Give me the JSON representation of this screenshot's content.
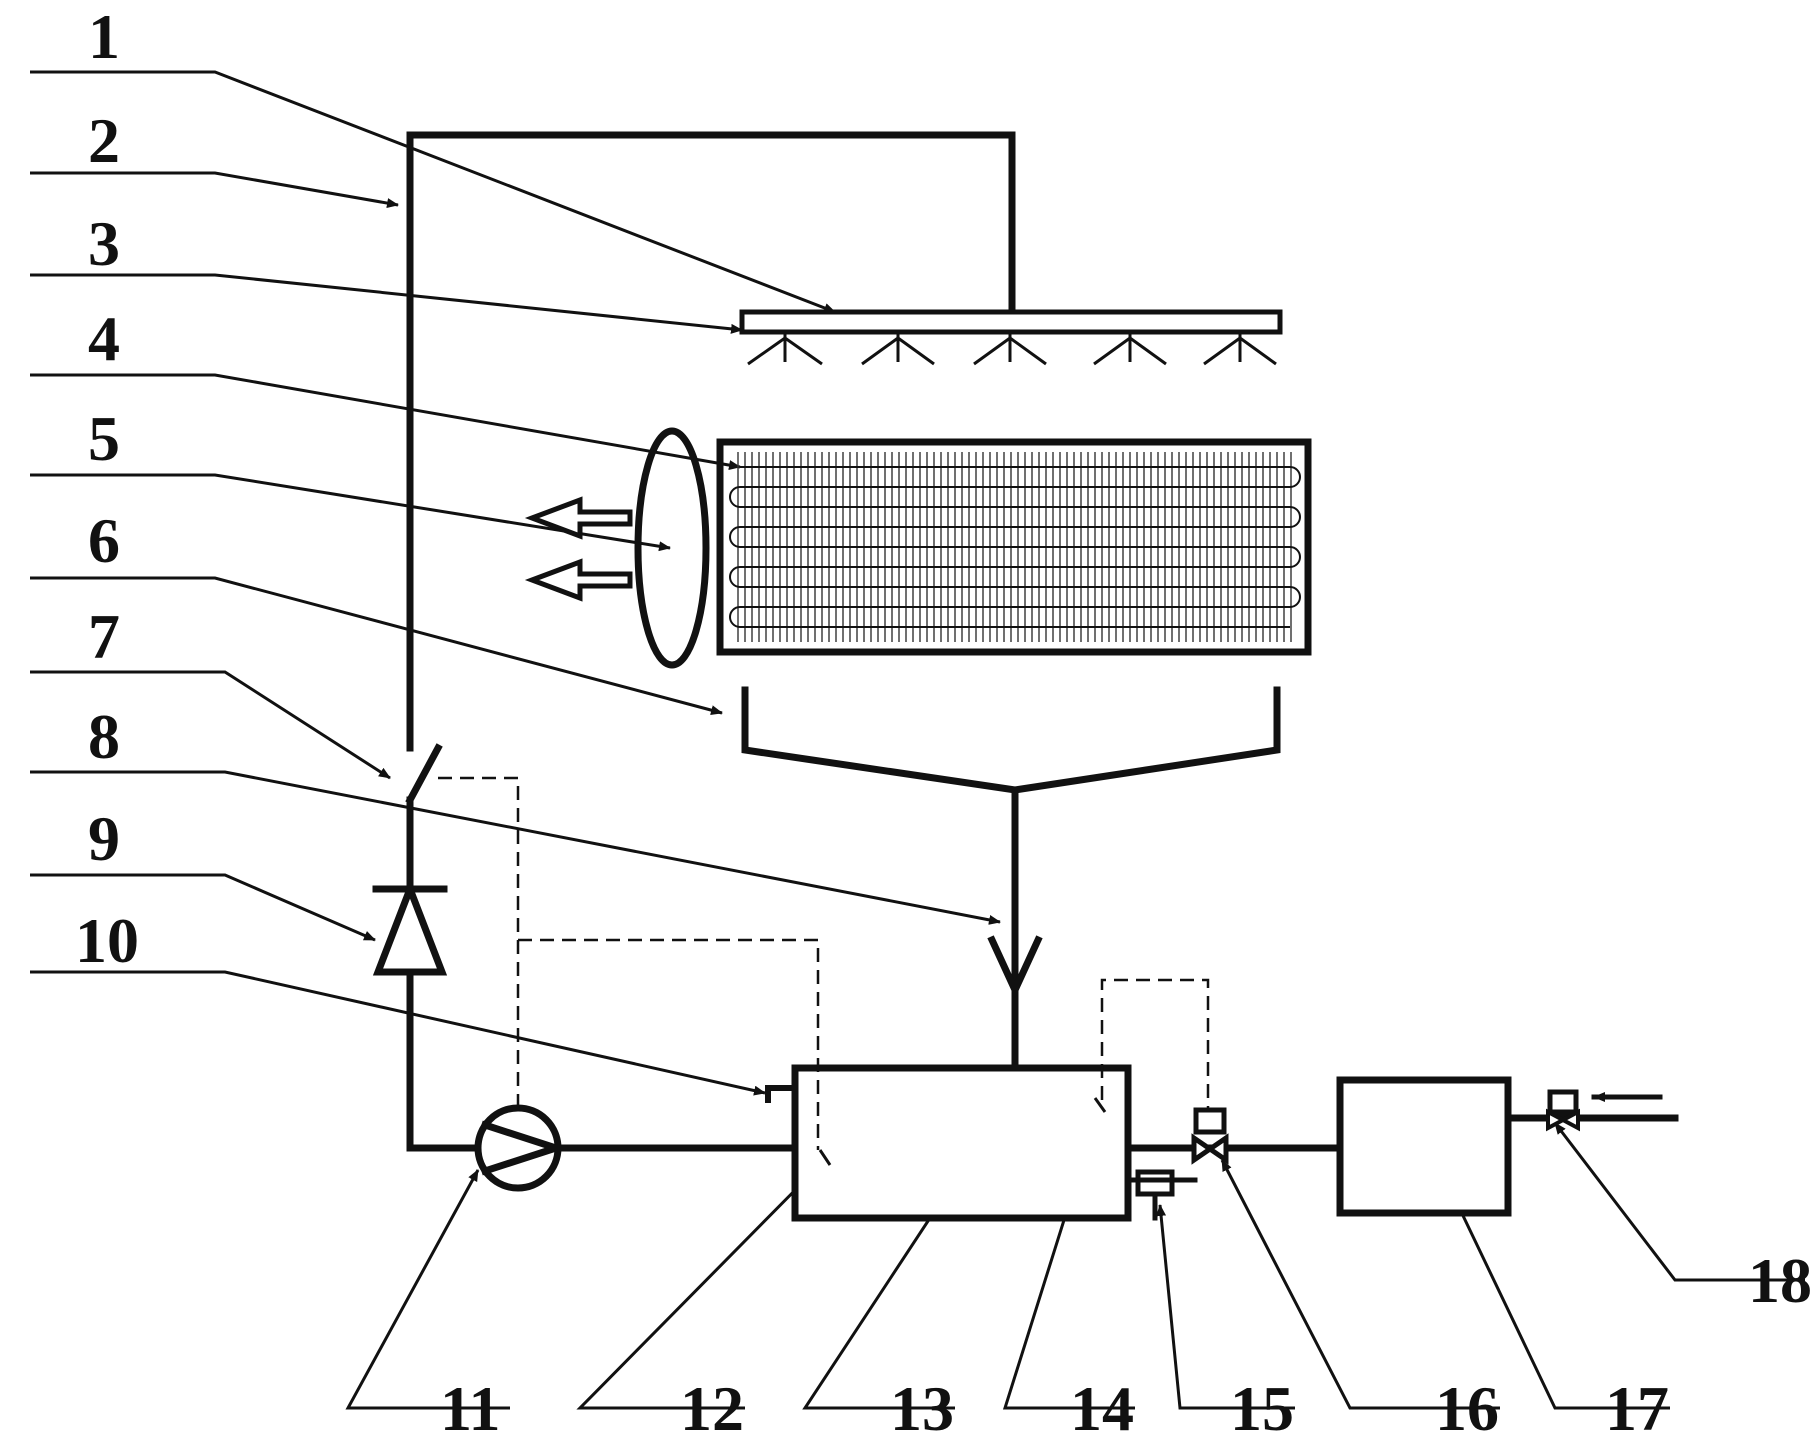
{
  "labels": {
    "l1": "1",
    "l2": "2",
    "l3": "3",
    "l4": "4",
    "l5": "5",
    "l6": "6",
    "l7": "7",
    "l8": "8",
    "l9": "9",
    "l10": "10",
    "l11": "11",
    "l12": "12",
    "l13": "13",
    "l14": "14",
    "l15": "15",
    "l16": "16",
    "l17": "17",
    "l18": "18"
  },
  "colors": {
    "line": "#111111",
    "background": "#ffffff"
  }
}
